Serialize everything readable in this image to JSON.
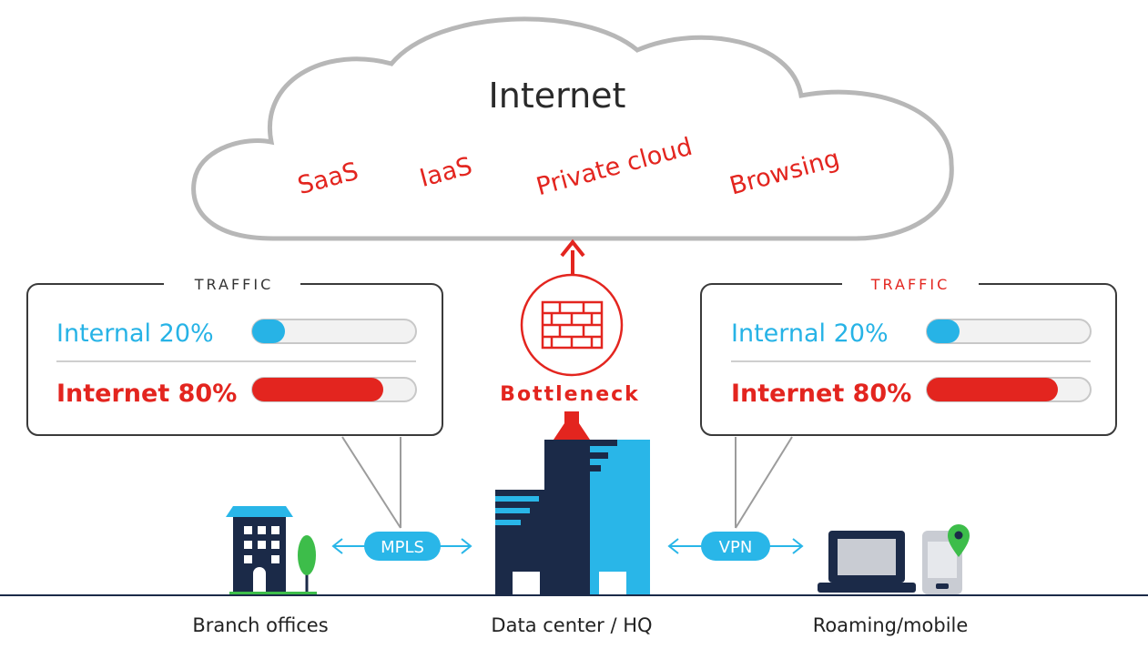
{
  "cloud": {
    "title": "Internet",
    "apps": [
      "SaaS",
      "IaaS",
      "Private cloud",
      "Browsing"
    ]
  },
  "left_panel": {
    "heading": "TRAFFIC",
    "internal_label": "Internal 20%",
    "internal_fraction": 0.2,
    "internet_label": "Internet 80%",
    "internet_fraction": 0.8
  },
  "right_panel": {
    "heading": "TRAFFIC",
    "internal_label": "Internal 20%",
    "internal_fraction": 0.2,
    "internet_label": "Internet 80%",
    "internet_fraction": 0.8
  },
  "firewall": {
    "label": "Bottleneck",
    "icon": "firewall-icon"
  },
  "links": {
    "left": "MPLS",
    "right": "VPN"
  },
  "sites": {
    "branch": "Branch offices",
    "datacenter": "Data center / HQ",
    "roaming": "Roaming/mobile"
  },
  "colors": {
    "internal": "#27b3e6",
    "internet": "#e3251f",
    "navy": "#1b2a48",
    "outline": "#b8b8b8",
    "cyan": "#29b6e8"
  }
}
